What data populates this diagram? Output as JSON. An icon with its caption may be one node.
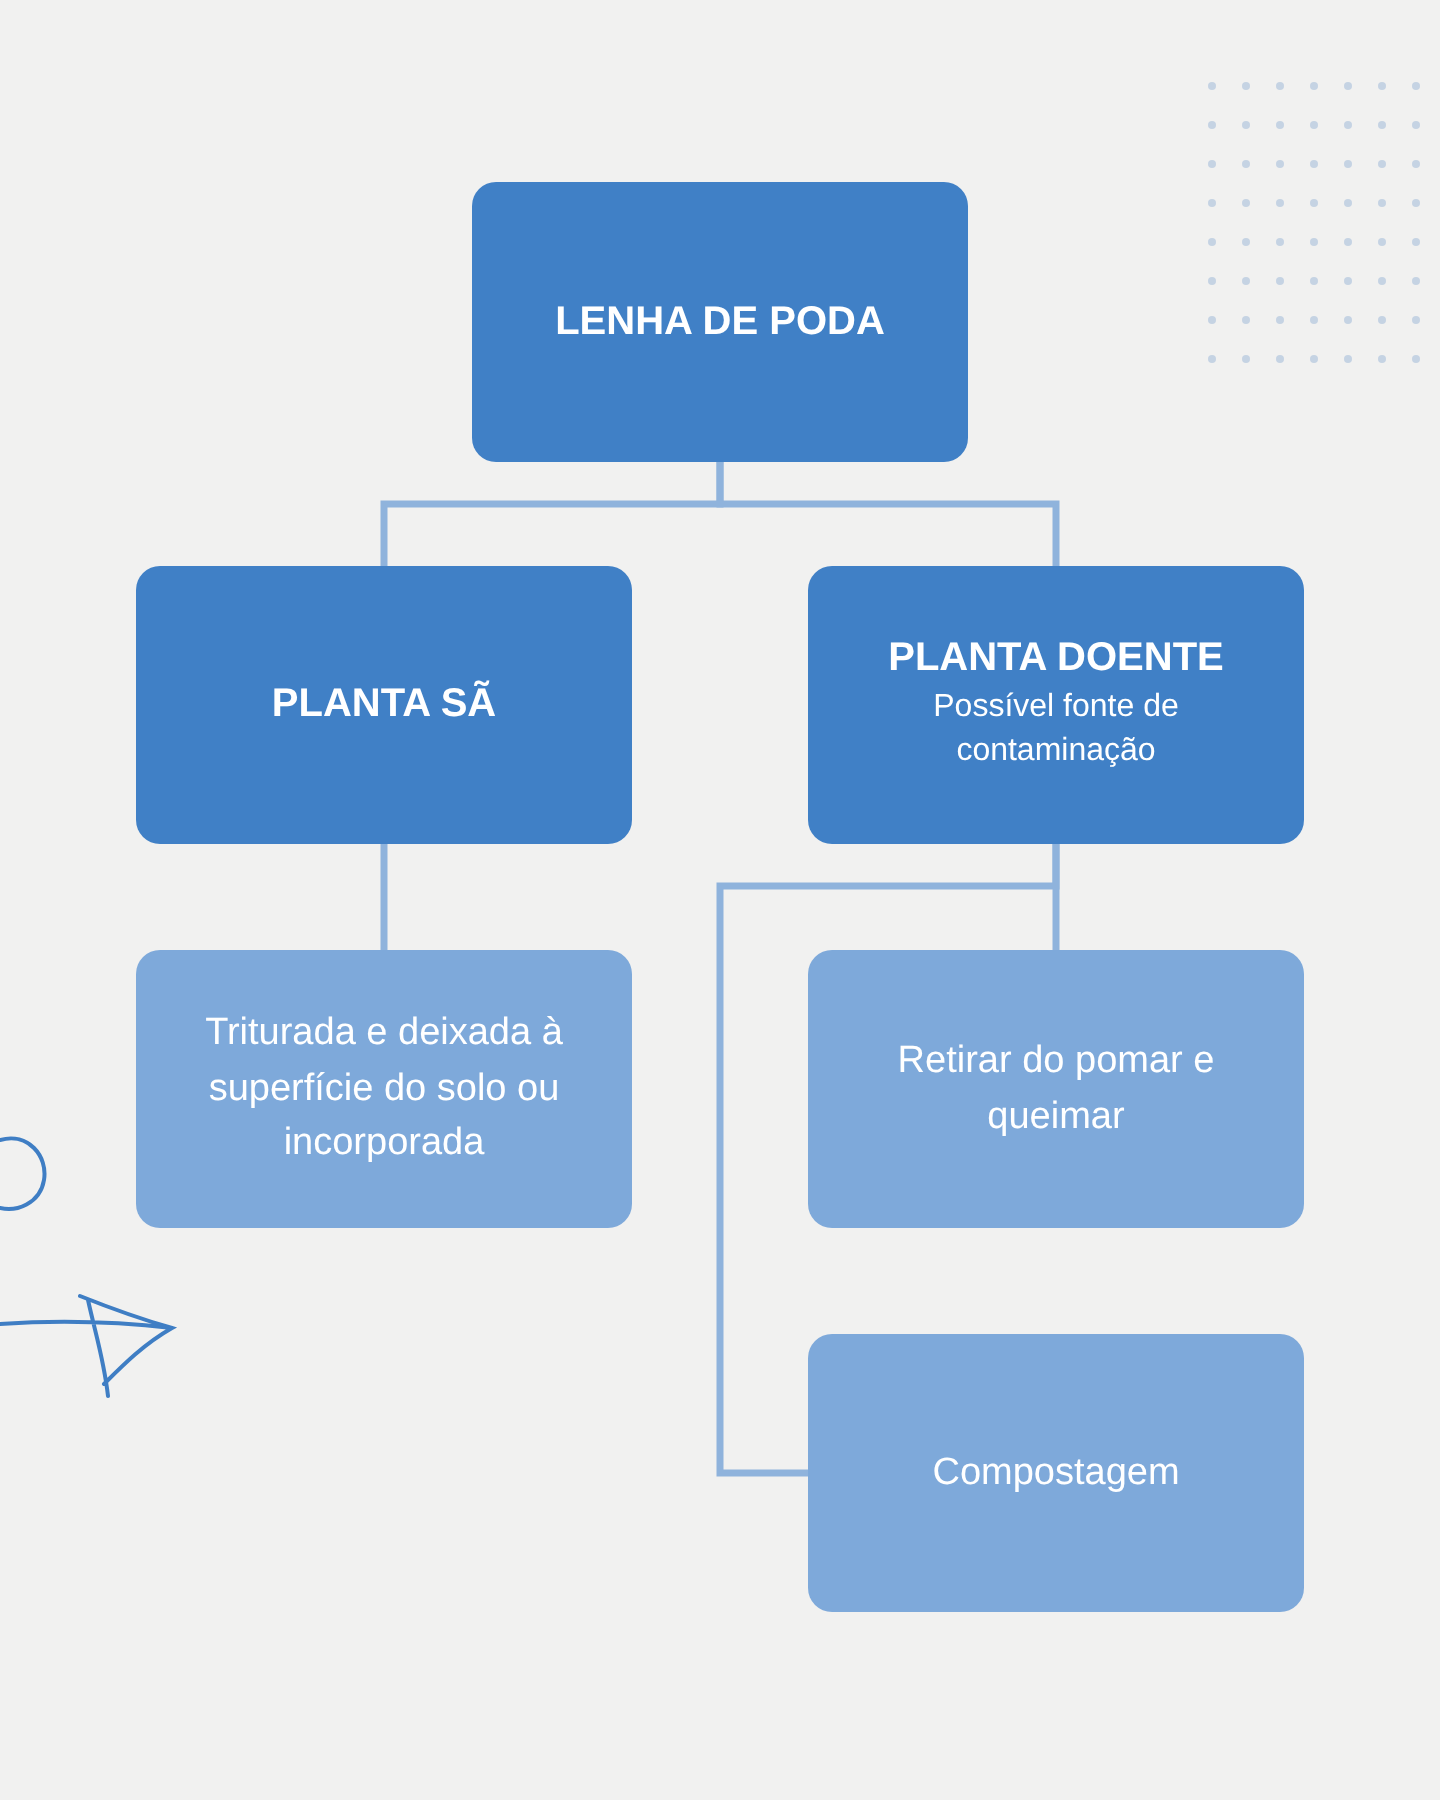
{
  "diagram": {
    "nodes": [
      {
        "text": [
          "LENHA DE PODA"
        ]
      },
      {
        "text": [
          "PLANTA SÃ"
        ]
      },
      {
        "text": [
          "PLANTA DOENTE",
          "Possível fonte de contaminação"
        ]
      },
      {
        "text": [
          "Triturada e deixada à superfície do solo ou incorporada"
        ]
      },
      {
        "text": [
          "Retirar do pomar e queimar"
        ]
      },
      {
        "text": [
          "Compostagem"
        ]
      }
    ],
    "edges": [
      {
        "from": 0,
        "to": 1,
        "arrow": "none"
      },
      {
        "from": 0,
        "to": 2,
        "arrow": "none"
      },
      {
        "from": 1,
        "to": 3,
        "arrow": "none"
      },
      {
        "from": 2,
        "to": 4,
        "arrow": "none"
      },
      {
        "from": 2,
        "to": 5,
        "arrow": "none"
      }
    ]
  }
}
